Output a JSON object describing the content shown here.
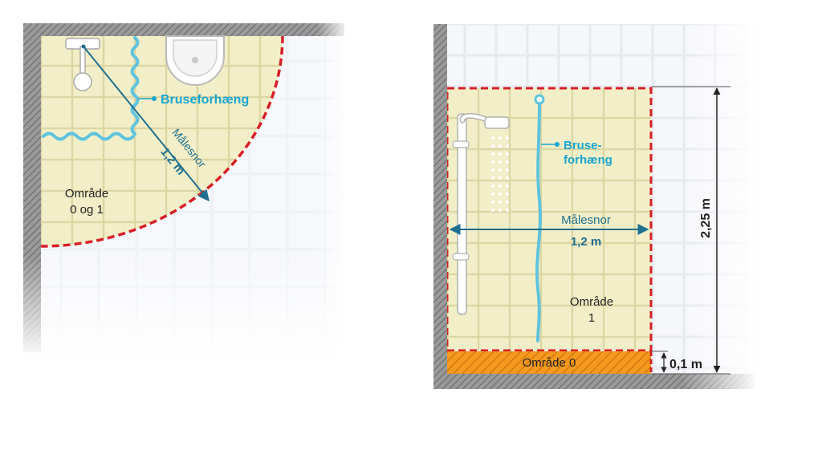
{
  "left_plan": {
    "curtain_label": "Bruseforhæng",
    "line_label": "Målesnor",
    "distance_label": "1,2 m",
    "zone_label_line1": "Område",
    "zone_label_line2": "0 og 1"
  },
  "right_elevation": {
    "curtain_label_line1": "Bruse-",
    "curtain_label_line2": "forhæng",
    "line_label": "Målesnor",
    "distance_label": "1,2 m",
    "zone1_label_line1": "Område",
    "zone1_label_line2": "1",
    "zone0_label": "Område 0",
    "height_label": "2,25 m",
    "floor_height_label": "0,1 m"
  },
  "colors": {
    "zone_fill": "#f2efc8",
    "zone_boundary": "#d71f26",
    "curtain": "#5fc3de",
    "measure_line": "#1f6f8f",
    "curtain_text": "#1aa5cf",
    "wall": "#8c8c8c",
    "tile_line": "#d9dde4",
    "zone0_fill": "#f39a1e"
  }
}
